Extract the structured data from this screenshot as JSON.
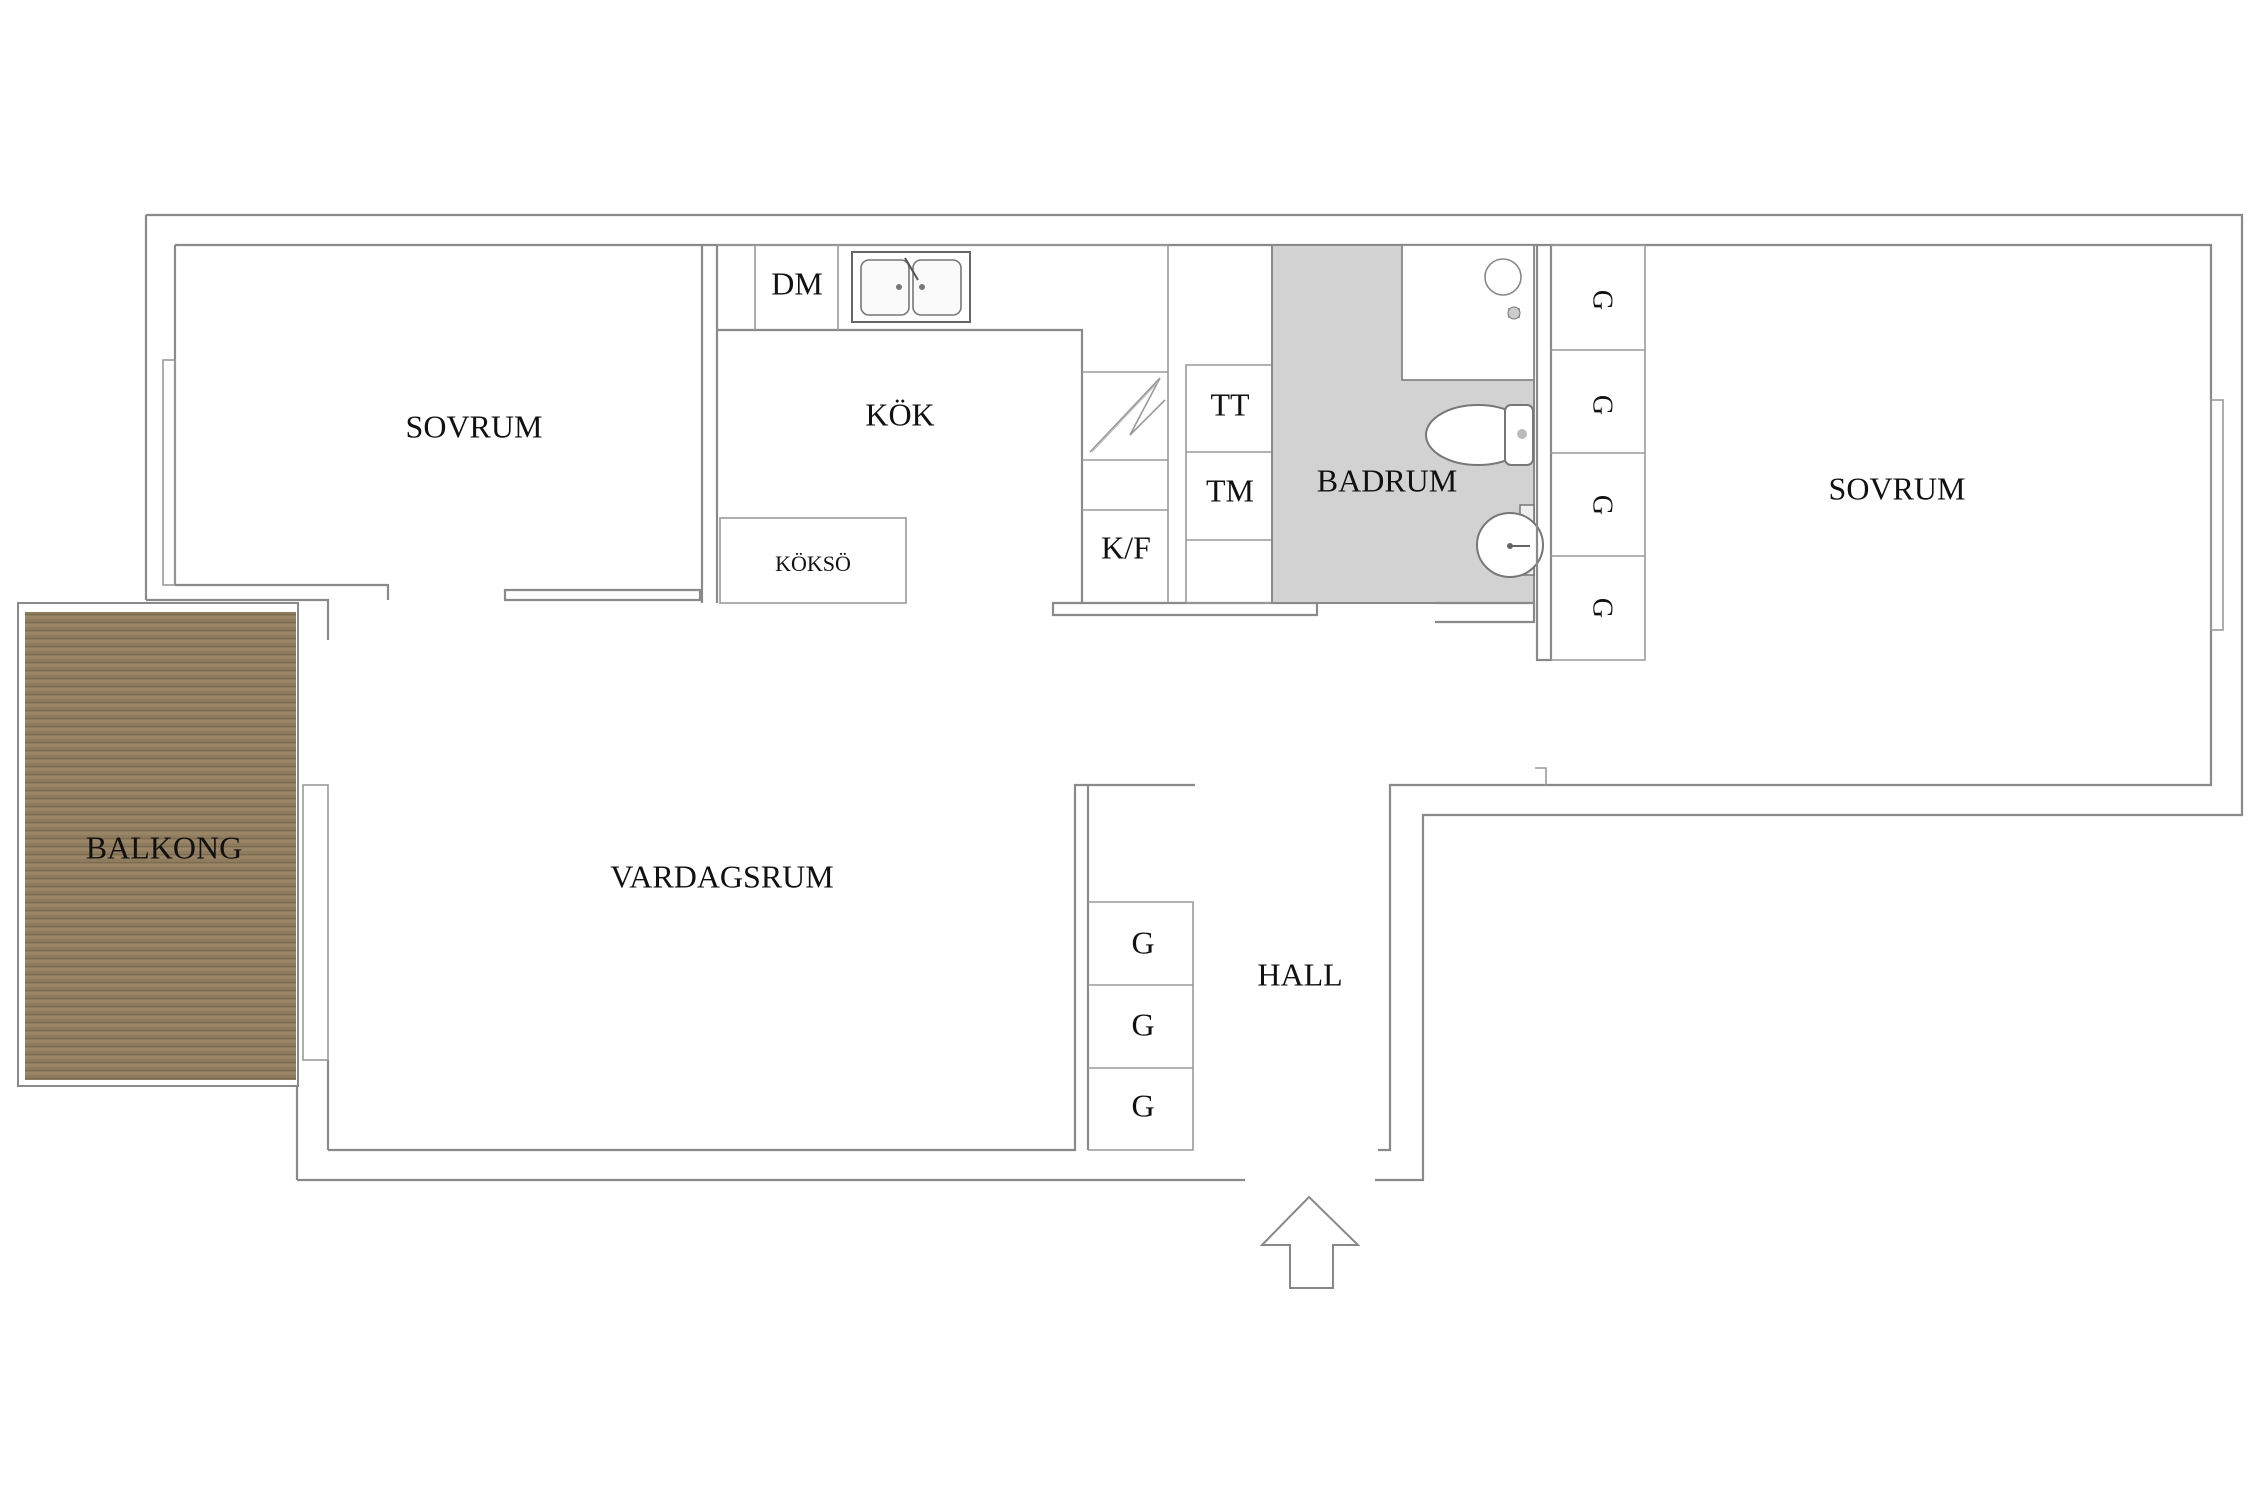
{
  "rooms": {
    "sovrum_left": "SOVRUM",
    "kok": "KÖK",
    "dm": "DM",
    "koksö": "KÖKSÖ",
    "kf": "K/F",
    "tt": "TT",
    "tm": "TM",
    "badrum": "BADRUM",
    "sovrum_right": "SOVRUM",
    "balkong": "BALKONG",
    "vardagsrum": "VARDAGSRUM",
    "hall": "HALL"
  },
  "wardrobes_bedroom": [
    "G",
    "G",
    "G",
    "G"
  ],
  "wardrobes_hall": [
    "G",
    "G",
    "G"
  ],
  "colors": {
    "bathroom_fill": "#d2d2d2",
    "balcony_wood": "#8f7b5e",
    "wall": "#8a8a8a"
  },
  "icons": [
    "double-sink-icon",
    "shower-icon",
    "toilet-icon",
    "washbasin-icon",
    "stove-icon",
    "entrance-arrow-icon"
  ]
}
